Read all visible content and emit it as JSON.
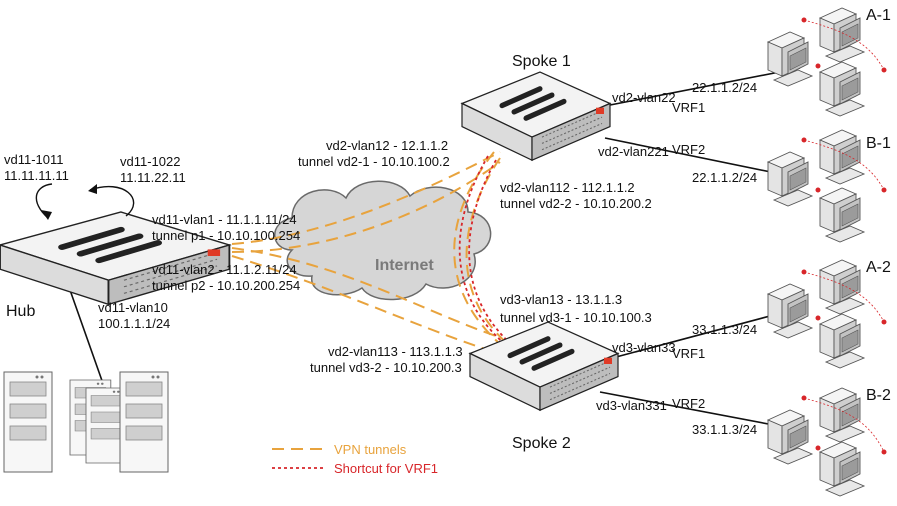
{
  "nodes": {
    "hub": {
      "label": "Hub"
    },
    "spoke1": {
      "label": "Spoke 1"
    },
    "spoke2": {
      "label": "Spoke 2"
    },
    "internet": {
      "label": "Internet"
    },
    "groups": [
      "A-1",
      "B-1",
      "A-2",
      "B-2"
    ]
  },
  "hub_labels": {
    "loop1_name": "vd11-1011",
    "loop1_ip": "11.11.11.11",
    "loop2_name": "vd11-1022",
    "loop2_ip": "11.11.22.11",
    "vlan1": "vd11-vlan1 - 11.1.1.11/24",
    "tunnel_p1": "tunnel p1 - 10.10.100.254",
    "vlan2": "vd11-vlan2 - 11.1.2.11/24",
    "tunnel_p2": "tunnel p2 - 10.10.200.254",
    "vlan10": "vd11-vlan10",
    "vlan10_ip": "100.1.1.1/24"
  },
  "spoke1_labels": {
    "vlan12": "vd2-vlan12  - 12.1.1.2",
    "tunnel_21": "tunnel vd2-1 - 10.10.100.2",
    "vlan112": "vd2-vlan112 - 112.1.1.2",
    "tunnel_22": "tunnel vd2-2 - 10.10.200.2",
    "vlan22": "vd2-vlan22",
    "vlan22_ip": "22.1.1.2/24",
    "vrf1": "VRF1",
    "vrf2": "VRF2",
    "vlan221": "vd2-vlan221",
    "vlan221_ip": "22.1.1.2/24"
  },
  "spoke2_labels": {
    "vlan13": "vd3-vlan13 - 13.1.1.3",
    "tunnel_31": "tunnel vd3-1 - 10.10.100.3",
    "vlan113": "vd2-vlan113 - 113.1.1.3",
    "tunnel_32": "tunnel vd3-2 - 10.10.200.3",
    "vlan33": "vd3-vlan33",
    "vlan33_ip": "33.1.1.3/24",
    "vrf1": "VRF1",
    "vrf2": "VRF2",
    "vlan331": "vd3-vlan331",
    "vlan331_ip": "33.1.1.3/24"
  },
  "legend": {
    "vpn": "VPN tunnels",
    "shortcut": "Shortcut for VRF1"
  },
  "colors": {
    "vpn": "#e8a33d",
    "shortcut": "#d8262a",
    "device_top": "#f2f2f2",
    "device_side": "#c9c9c9",
    "cloud": "#d6d6d6",
    "accent": "#e03a26"
  }
}
